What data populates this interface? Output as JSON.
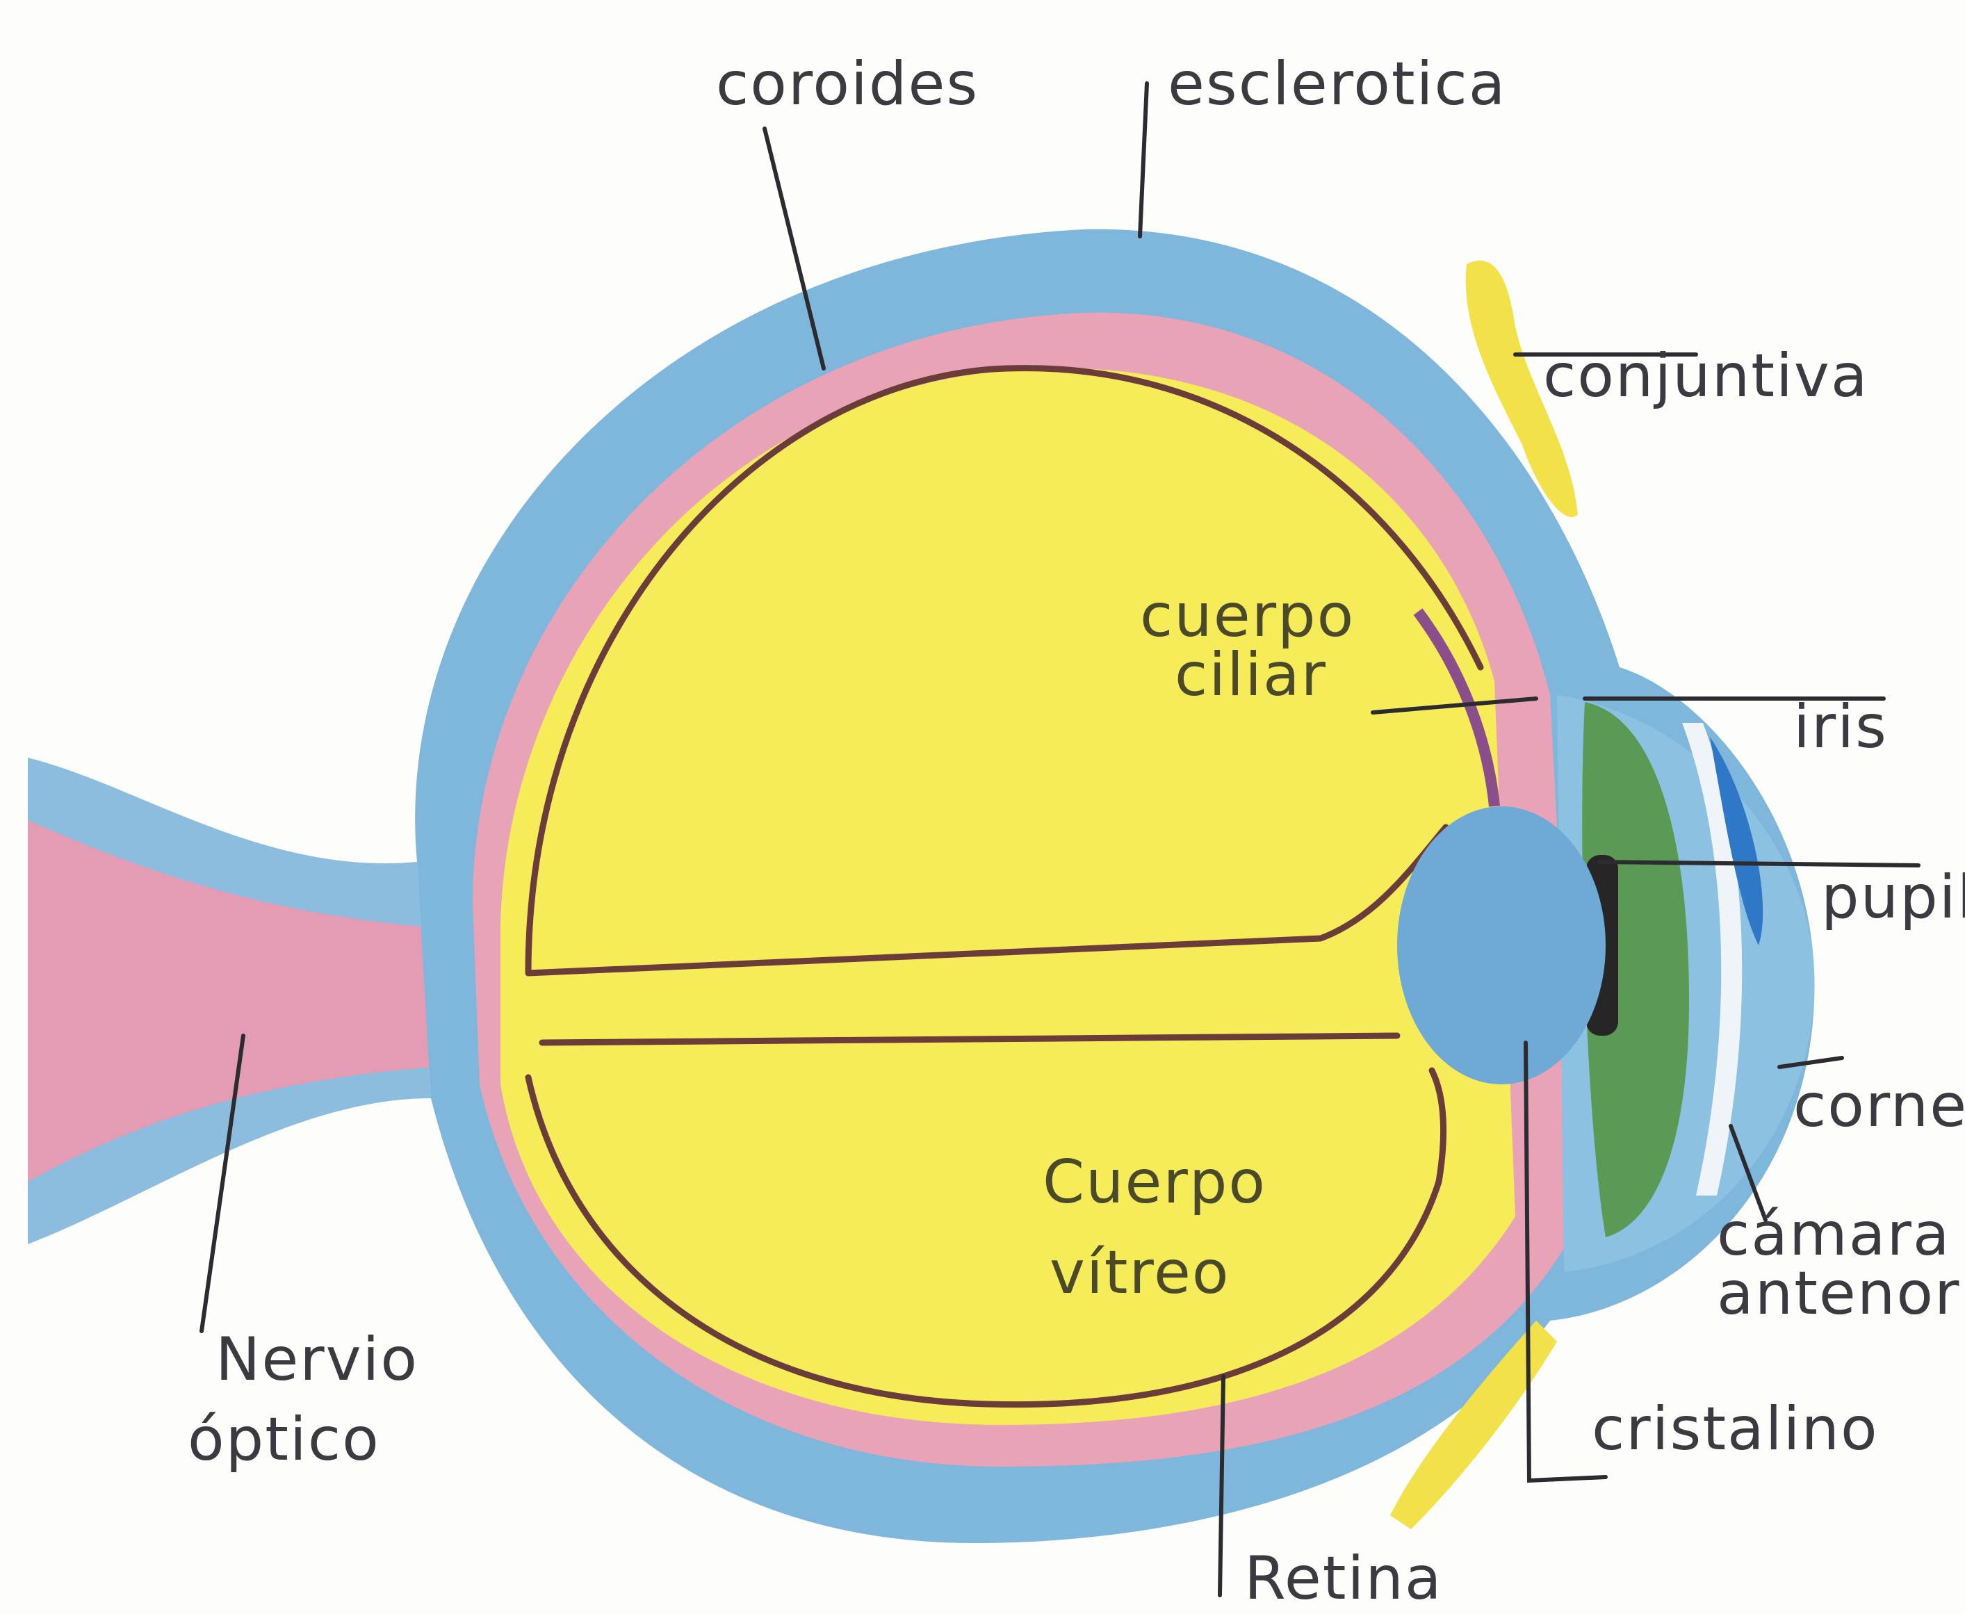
{
  "labels": {
    "coroides": "coroides",
    "esclerotica": "esclerotica",
    "conjuntiva": "conjuntiva",
    "cuerpo_ciliar_1": "cuerpo",
    "cuerpo_ciliar_2": "ciliar",
    "iris": "iris",
    "pupila": "pupila",
    "cornea": "cornea",
    "camara_1": "cámara",
    "camara_2": "antenor",
    "cristalino": "cristalino",
    "retina": "Retina",
    "cuerpo_vitreo_1": "Cuerpo",
    "cuerpo_vitreo_2": "vítreo",
    "nervio_1": "Nervio",
    "nervio_2": "óptico"
  },
  "colors": {
    "sclera": "#7fb6dc",
    "choroid": "#e9a3b6",
    "vitreous": "#f6ec5a",
    "retina_line": "#6a3d3a",
    "iris": "#5a9a55",
    "pupil": "#262626",
    "lens": "#6fa9d6",
    "conjunctiva": "#f3e14a",
    "optic_nerve": "#e89ab0"
  }
}
